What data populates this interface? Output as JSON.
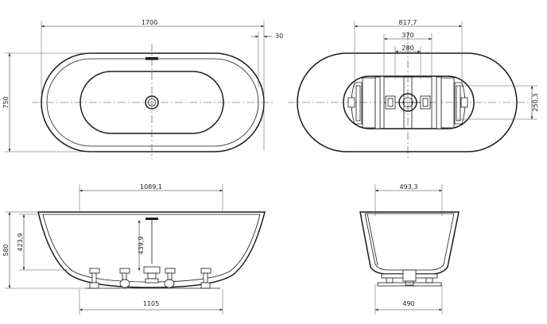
{
  "dimensions": {
    "top_length": "1700",
    "top_rim_offset": "30",
    "top_width": "750",
    "bottom_view_overall": "817,7",
    "bottom_view_feet_outer": "370",
    "bottom_view_feet_inner": "280",
    "bottom_view_feet_depth": "250,3",
    "front_inner_length": "1089,1",
    "front_inner_depth": "423,9",
    "front_height": "580",
    "front_drain_depth": "439,9",
    "front_base_length": "1105",
    "side_inner_width": "493,3",
    "side_base_width": "490"
  }
}
